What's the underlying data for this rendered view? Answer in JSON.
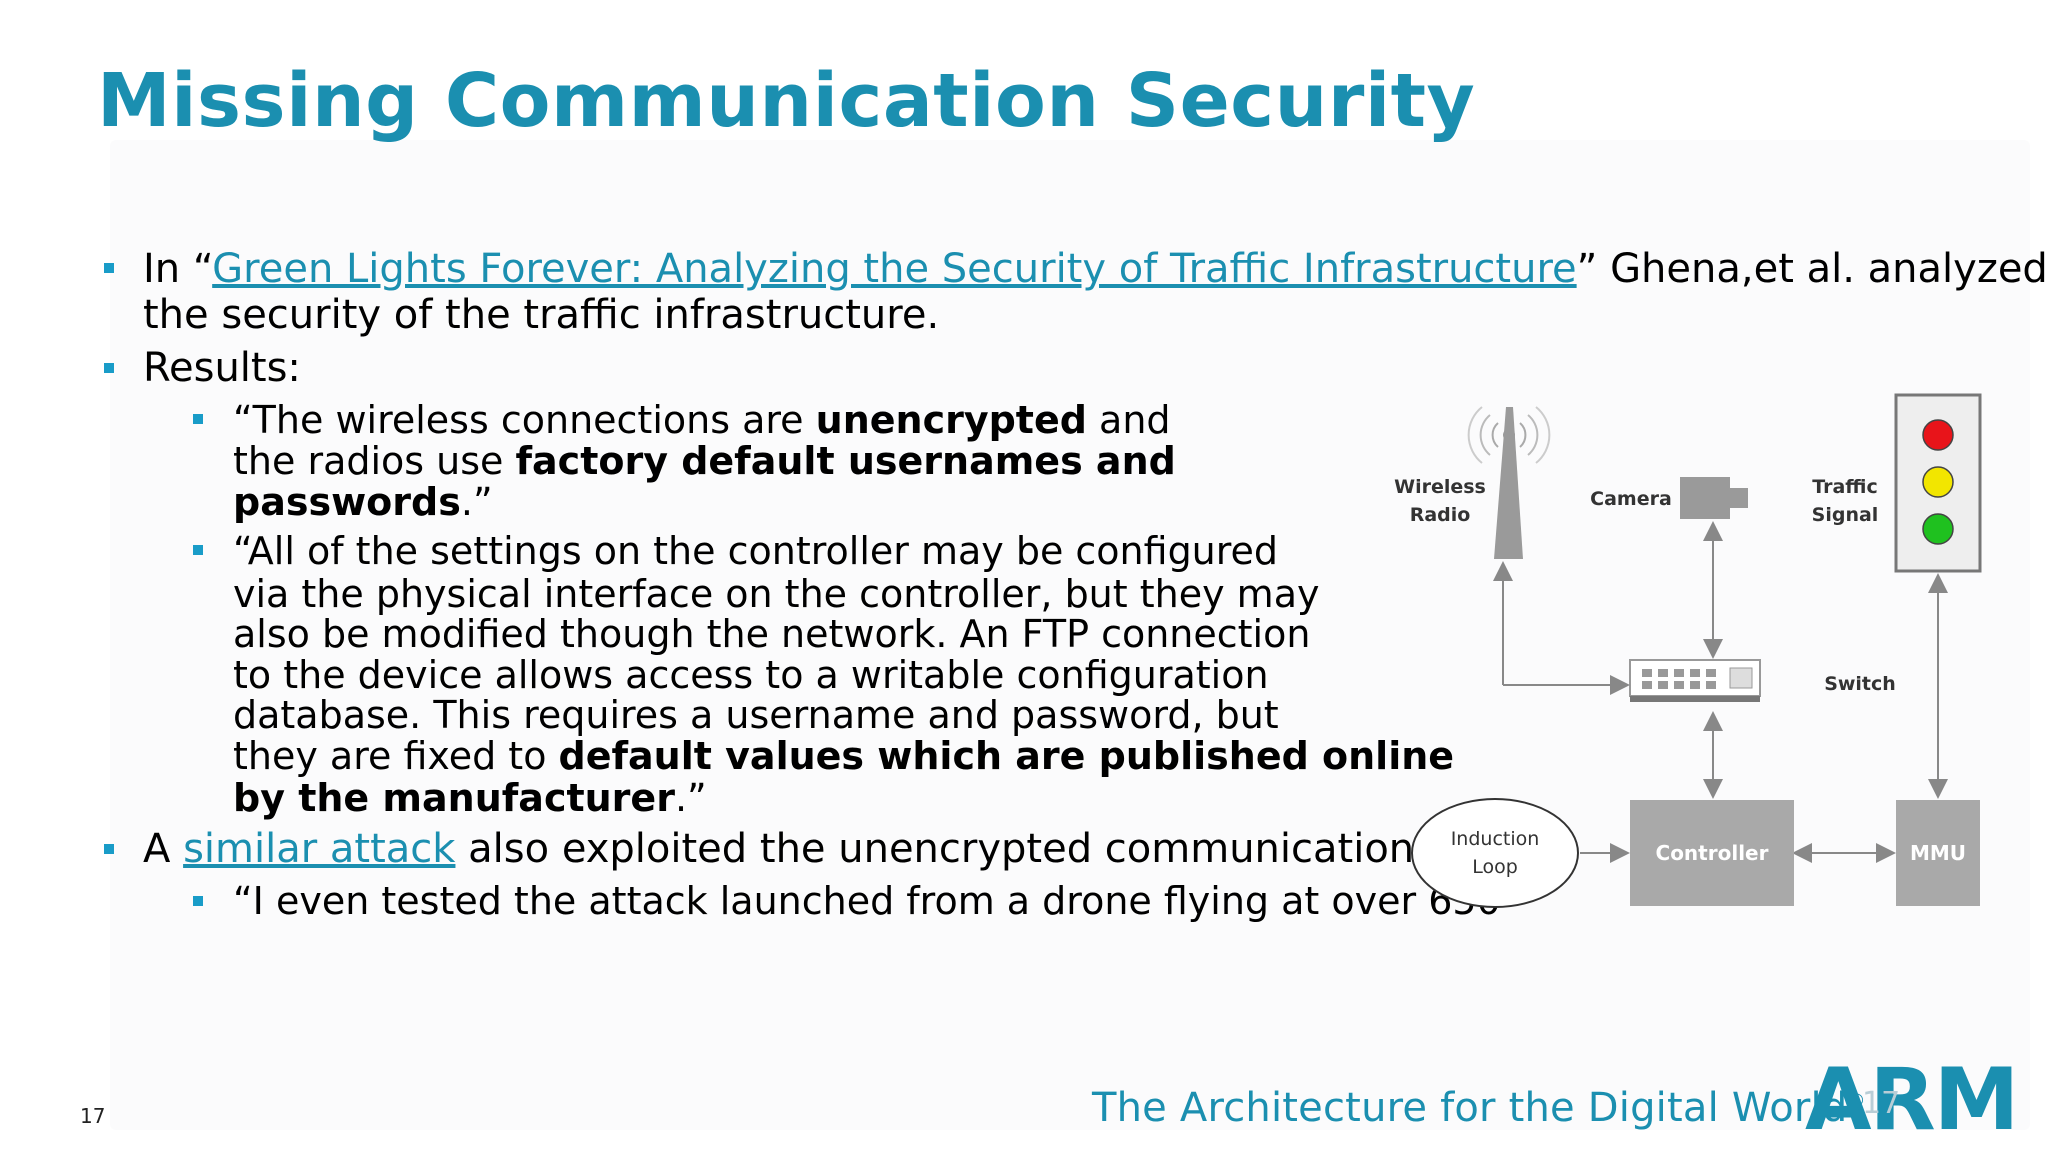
{
  "slide": {
    "title": "Missing Communication Security",
    "page_number": "17",
    "tagline": "The Architecture for the Digital World",
    "tagline_mark": "®",
    "logo": "ARM",
    "logo_overlay_number": "17"
  },
  "bullets": {
    "b1_pre": "In “",
    "b1_link": "Green Lights Forever: Analyzing the Security of Traffic Infrastructure",
    "b1_post": "” Ghena,et al. analyzed",
    "b1_line2": "the security of the traffic infrastructure.",
    "b2": "Results:",
    "s1_l1_pre": "“The wireless connections are ",
    "s1_l1_bold": "unencrypted",
    "s1_l1_post": " and",
    "s1_l2_pre": "the radios use ",
    "s1_l2_bold": "factory default usernames and",
    "s1_l3_bold": "passwords",
    "s1_l3_post": ".”",
    "s2_l1": "“All of the settings on the controller may be configured",
    "s2_l2": "via the physical interface on the controller, but they may",
    "s2_l3": "also be modified though the network. An FTP connection",
    "s2_l4": "to the device allows access to a writable configuration",
    "s2_l5": "database. This requires a username and password, but",
    "s2_l6_pre": "they are fixed to ",
    "s2_l6_bold": "default values which are published online",
    "s2_l7_bold": "by the manufacturer",
    "s2_l7_post": ".”",
    "b3_pre": "A ",
    "b3_link": "similar attack",
    "b3_post": " also exploited the unencrypted communication.",
    "s3": "“I even tested the attack launched from a drone flying at over 650"
  },
  "diagram": {
    "wireless_radio_1": "Wireless",
    "wireless_radio_2": "Radio",
    "camera": "Camera",
    "traffic_signal_1": "Traffic",
    "traffic_signal_2": "Signal",
    "switch": "Switch",
    "induction_loop_1": "Induction",
    "induction_loop_2": "Loop",
    "controller": "Controller",
    "mmu": "MMU",
    "colors": {
      "red": "#e8141a",
      "yellow": "#f2e600",
      "green": "#1fc11f",
      "box": "#a9a9a9",
      "accent": "#1b8fb0"
    }
  }
}
